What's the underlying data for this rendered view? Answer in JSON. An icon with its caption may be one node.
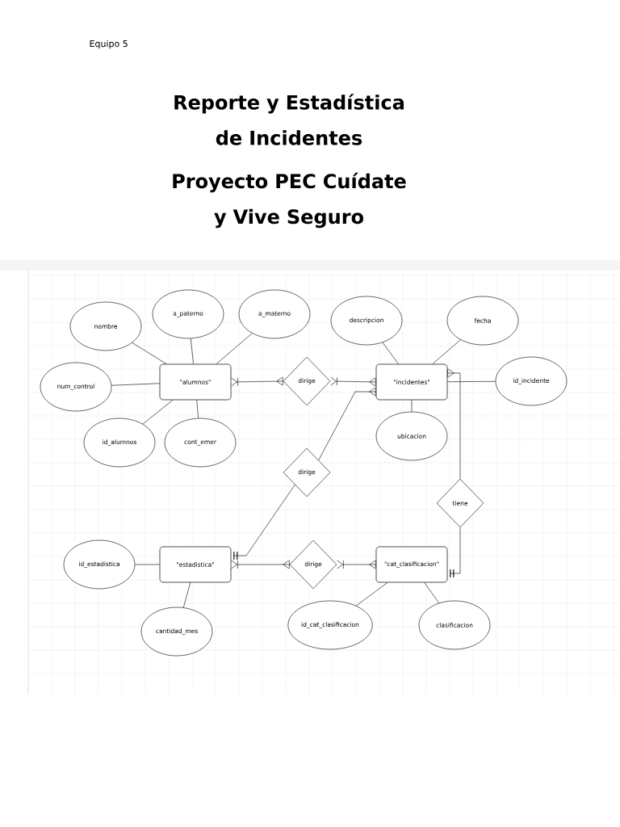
{
  "diagram": {
    "title": "Reporte y Estadística de Incidentes",
    "nodes": [
      {
        "text": [
          "\"alumnos\""
        ]
      },
      {
        "text": [
          "nombre"
        ]
      },
      {
        "text": [
          "a_paterno"
        ]
      },
      {
        "text": [
          "a_materno"
        ]
      },
      {
        "text": [
          "num_control"
        ]
      },
      {
        "text": [
          "id_alumnos"
        ]
      },
      {
        "text": [
          "cont_emer"
        ]
      },
      {
        "text": [
          "dirige"
        ]
      },
      {
        "text": [
          "\"incidentes\""
        ]
      },
      {
        "text": [
          "descripcion"
        ]
      },
      {
        "text": [
          "fecha"
        ]
      },
      {
        "text": [
          "id_incidente"
        ]
      },
      {
        "text": [
          "ubicacion"
        ]
      },
      {
        "text": [
          "dirige"
        ]
      },
      {
        "text": [
          "tiene"
        ]
      },
      {
        "text": [
          "\"estadistica\""
        ]
      },
      {
        "text": [
          "id_estadistica"
        ]
      },
      {
        "text": [
          "cantidad_mes"
        ]
      },
      {
        "text": [
          "dirige"
        ]
      },
      {
        "text": [
          "\"cat_clasificacion\""
        ]
      },
      {
        "text": [
          "id_cat_clasificacion"
        ]
      },
      {
        "text": [
          "clasificacion"
        ]
      }
    ],
    "edges": [
      {
        "from": 1,
        "to": 0,
        "arrow": "none"
      },
      {
        "from": 2,
        "to": 0,
        "arrow": "none"
      },
      {
        "from": 3,
        "to": 0,
        "arrow": "none"
      },
      {
        "from": 4,
        "to": 0,
        "arrow": "none"
      },
      {
        "from": 5,
        "to": 0,
        "arrow": "none"
      },
      {
        "from": 6,
        "to": 0,
        "arrow": "none"
      },
      {
        "from": 0,
        "to": 7,
        "arrow": "other"
      },
      {
        "from": 7,
        "to": 8,
        "arrow": "other"
      },
      {
        "from": 9,
        "to": 8,
        "arrow": "none"
      },
      {
        "from": 10,
        "to": 8,
        "arrow": "none"
      },
      {
        "from": 11,
        "to": 8,
        "arrow": "none"
      },
      {
        "from": 12,
        "to": 8,
        "arrow": "none"
      },
      {
        "from": 13,
        "to": 15,
        "arrow": "other"
      },
      {
        "from": 13,
        "to": 8,
        "arrow": "other"
      },
      {
        "from": 14,
        "to": 19,
        "arrow": "other"
      },
      {
        "from": 14,
        "to": 8,
        "arrow": "other"
      },
      {
        "from": 16,
        "to": 15,
        "arrow": "none"
      },
      {
        "from": 17,
        "to": 15,
        "arrow": "none"
      },
      {
        "from": 15,
        "to": 18,
        "arrow": "other"
      },
      {
        "from": 18,
        "to": 19,
        "arrow": "other"
      },
      {
        "from": 20,
        "to": 19,
        "arrow": "none"
      },
      {
        "from": 21,
        "to": 19,
        "arrow": "none"
      }
    ],
    "labels": [
      "Equipo 5",
      "Proyecto PEC Cuídate y Vive Seguro"
    ]
  }
}
